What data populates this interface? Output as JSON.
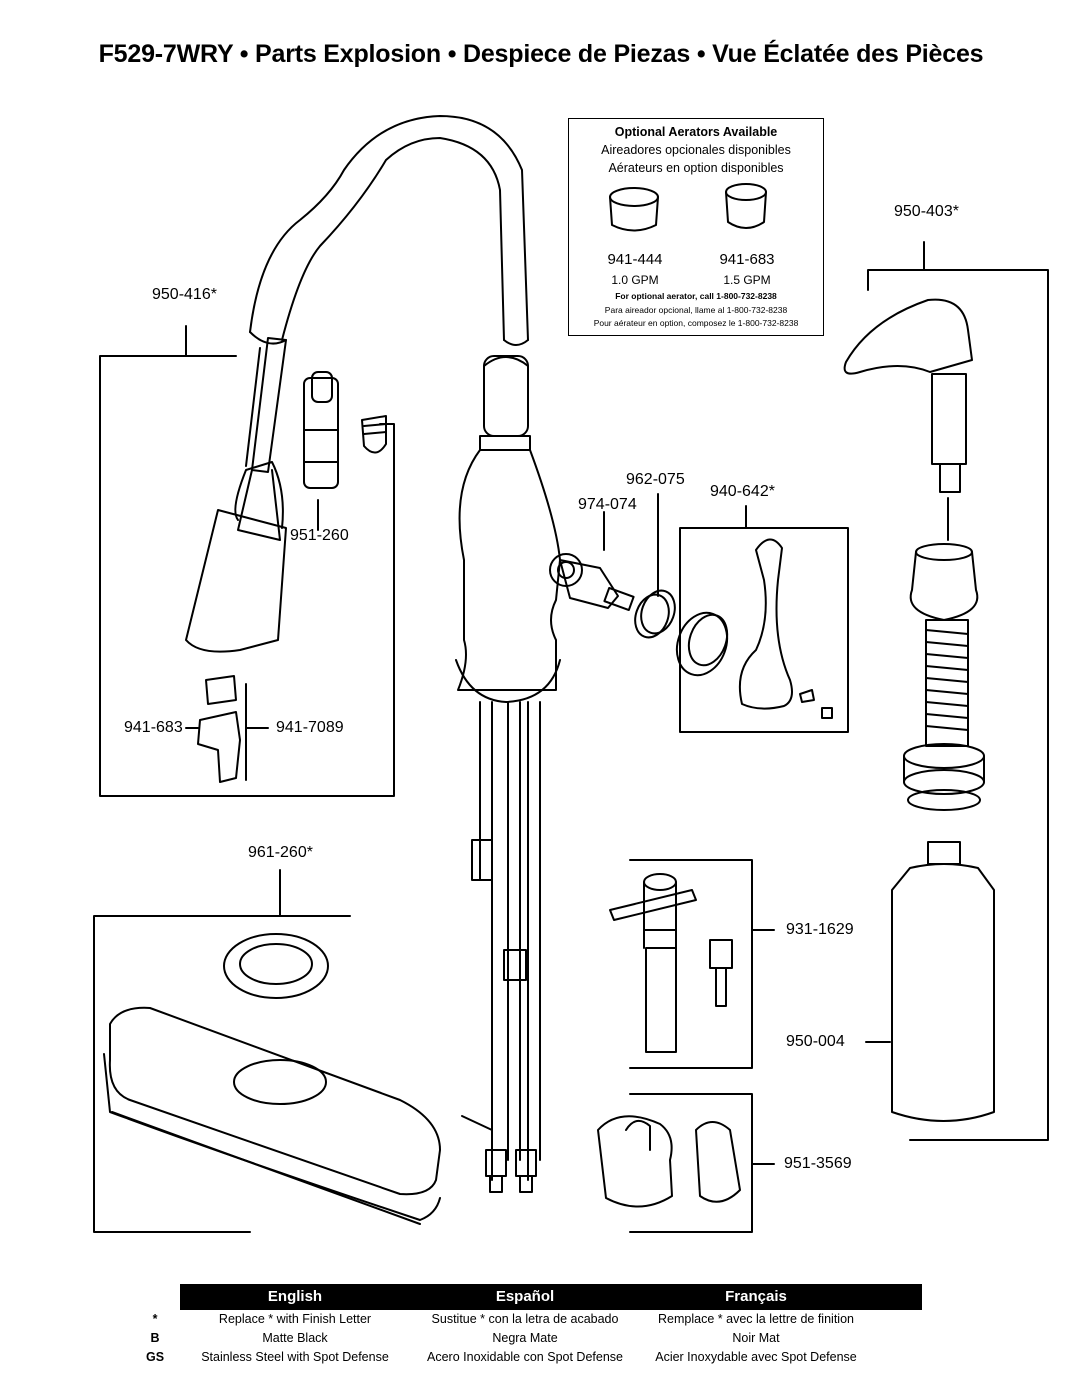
{
  "title": "F529-7WRY  •  Parts Explosion  •  Despiece de Piezas  •  Vue Éclatée des Pièces",
  "aerators": {
    "heading": "Optional Aerators Available",
    "heading_es": "Aireadores opcionales disponibles",
    "heading_fr": "Aérateurs en option disponibles",
    "items": [
      {
        "part": "941-444",
        "flow": "1.0 GPM"
      },
      {
        "part": "941-683",
        "flow": "1.5 GPM"
      }
    ],
    "call_en": "For optional aerator, call 1-800-732-8238",
    "call_es": "Para aireador opcional, llame al 1-800-732-8238",
    "call_fr": "Pour aérateur en option, composez le 1-800-732-8238"
  },
  "labels": {
    "p950_416": "950-416*",
    "p951_260": "951-260",
    "p941_683": "941-683",
    "p941_7089": "941-7089",
    "p974_074": "974-074",
    "p962_075": "962-075",
    "p940_642": "940-642*",
    "p950_403": "950-403*",
    "p961_260": "961-260*",
    "p931_1629": "931-1629",
    "p950_004": "950-004",
    "p951_3569": "951-3569"
  },
  "legend": {
    "headers": [
      "English",
      "Español",
      "Français"
    ],
    "rows": [
      {
        "key": "*",
        "en": "Replace * with Finish Letter",
        "es": "Sustitue * con la letra de acabado",
        "fr": "Remplace * avec la lettre de finition"
      },
      {
        "key": "B",
        "en": "Matte Black",
        "es": "Negra Mate",
        "fr": "Noir Mat"
      },
      {
        "key": "GS",
        "en": "Stainless Steel with Spot Defense",
        "es": "Acero Inoxidable con Spot Defense",
        "fr": "Acier Inoxydable avec Spot Defense"
      }
    ]
  }
}
